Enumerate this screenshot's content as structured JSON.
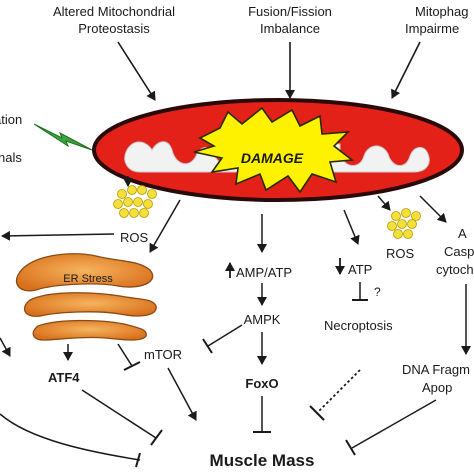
{
  "top_labels": {
    "altered_line1": "Altered Mitochondrial",
    "altered_line2": "Proteostasis",
    "fusion_line1": "Fusion/Fission",
    "fusion_line2": "Imbalance",
    "mitophagy_line1": "Mitophag",
    "mitophagy_line2": "Impairme"
  },
  "left_labels": {
    "partial_line1": "ation",
    "partial_line2": "nals"
  },
  "damage_label": "DAMAGE",
  "ros_left": "ROS",
  "ros_right": "ROS",
  "er_stress": "ER Stress",
  "atf4": "ATF4",
  "mtor": "mTOR",
  "amp_atp": "AMP/ATP",
  "ampk": "AMPK",
  "foxo": "FoxO",
  "atp": "ATP",
  "question_mark": "?",
  "necroptosis": "Necroptosis",
  "right_partial": {
    "a": "A",
    "casp": "Casp",
    "cyto": "cytoch"
  },
  "dna_line1": "DNA Fragm",
  "dna_line2": "Apop",
  "muscle_mass": "Muscle Mass",
  "colors": {
    "mito_red": "#e32119",
    "mito_outline": "#2a0a08",
    "cristae": "#f2f2f2",
    "damage_yellow": "#fff200",
    "ros_yellow": "#f4e03a",
    "er_orange": "#e8822a",
    "lightning_green": "#3aa53a"
  }
}
